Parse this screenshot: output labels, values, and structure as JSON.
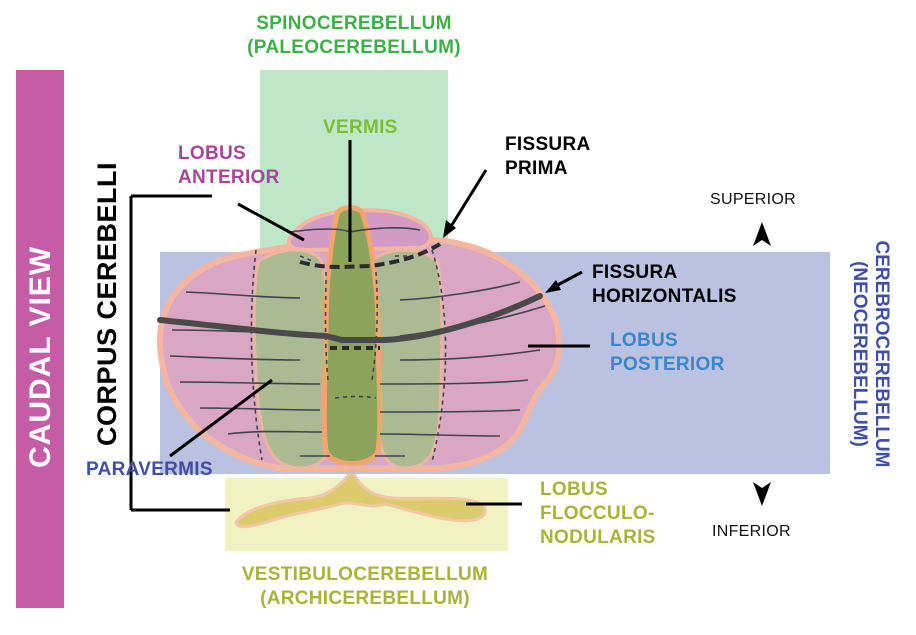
{
  "view_label": "CAUDAL VIEW",
  "spinocerebellum": {
    "line1": "SPINOCEREBELLUM",
    "line2": "(PALEOCEREBELLUM)"
  },
  "vermis": "VERMIS",
  "lobus_anterior": {
    "line1": "LOBUS",
    "line2": "ANTERIOR"
  },
  "fissura_prima": {
    "line1": "FISSURA",
    "line2": "PRIMA"
  },
  "corpus_cerebelli": "CORPUS CEREBELLI",
  "fissura_horizontalis": {
    "line1": "FISSURA",
    "line2": "HORIZONTALIS"
  },
  "lobus_posterior": {
    "line1": "LOBUS",
    "line2": "POSTERIOR"
  },
  "cerebrocerebellum": {
    "line1": "CEREBROCEREBELLUM",
    "line2": "(NEOCEREBELLUM)"
  },
  "paravermis": "PARAVERMIS",
  "lobus_flocculonodularis": {
    "line1": "LOBUS",
    "line2": "FLOCCULO-",
    "line3": "NODULARIS"
  },
  "vestibulocerebellum": {
    "line1": "VESTIBULOCEREBELLUM",
    "line2": "(ARCHICEREBELLUM)"
  },
  "superior": "SUPERIOR",
  "inferior": "INFERIOR",
  "colors": {
    "spino": "#3fae49",
    "vermis_text": "#7cbd34",
    "anterior": "#a8449a",
    "posterior": "#3a86c8",
    "cerebro": "#3f4fa3",
    "paravermis": "#3f4fa3",
    "vestibulo": "#a8b338",
    "view_bar": "#c45ca6"
  }
}
